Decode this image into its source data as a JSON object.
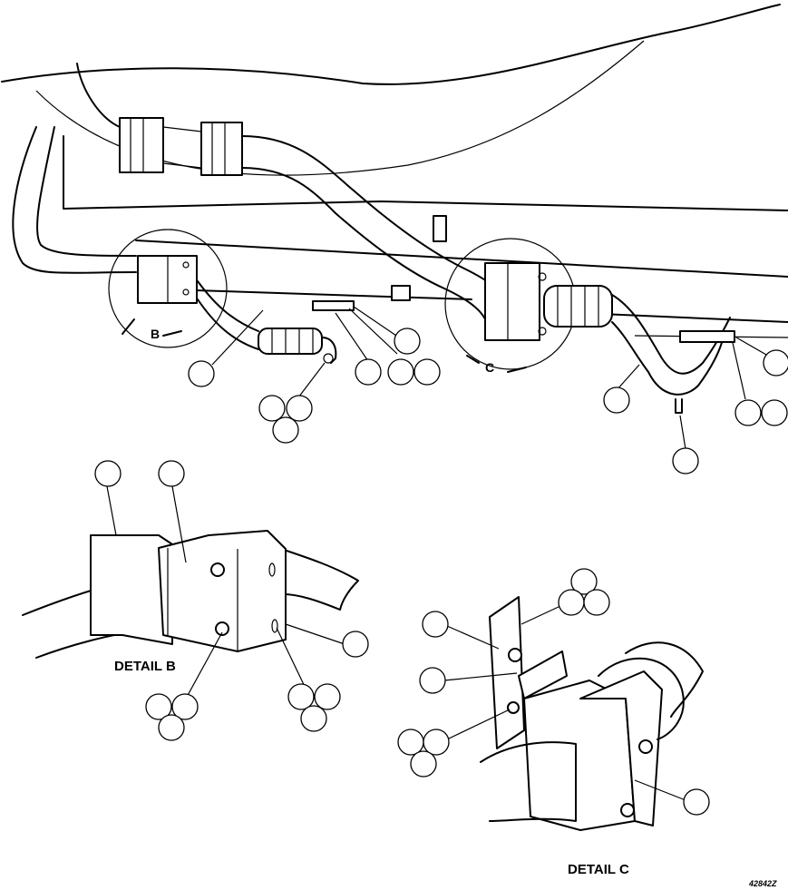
{
  "drawing": {
    "view_labels": {
      "b": "B",
      "c": "C"
    },
    "detail_b_title": "DETAIL B",
    "detail_c_title": "DETAIL C",
    "figure_code": "42842Z"
  }
}
